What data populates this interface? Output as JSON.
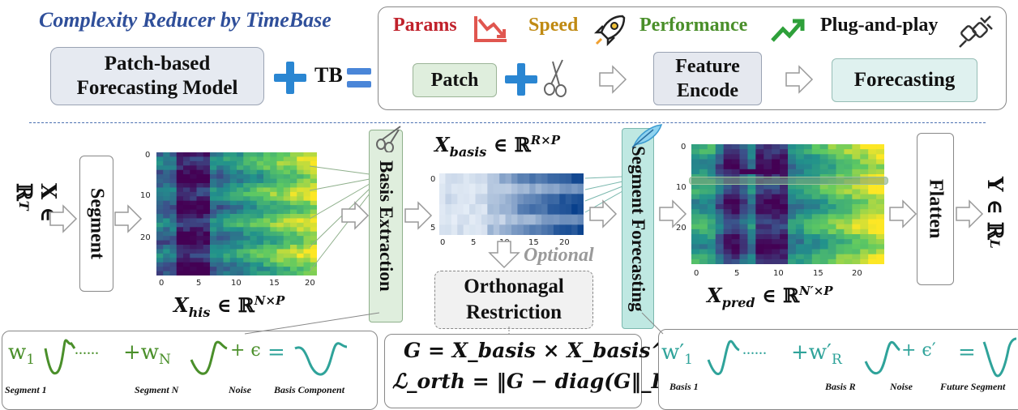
{
  "title": "Complexity Reducer by TimeBase",
  "model_box": [
    "Patch-based",
    "Forecasting Model"
  ],
  "tb_label": "TB",
  "features": [
    {
      "label": "Params",
      "color": "#c0212b",
      "icon": "chart-down-icon"
    },
    {
      "label": "Speed",
      "color": "#c08a12",
      "icon": "rocket-icon"
    },
    {
      "label": "Performance",
      "color": "#4a8f2a",
      "icon": "trend-up-icon"
    },
    {
      "label": "Plug-and-play",
      "color": "#111111",
      "icon": "plug-icon"
    }
  ],
  "pipeline_top": {
    "patch": "Patch",
    "feature_encode": [
      "Feature",
      "Encode"
    ],
    "forecasting": "Forecasting"
  },
  "input_label": "X ∈ ℝ",
  "input_sup": "T",
  "segment": "Segment",
  "basis_extraction": "Basis Extraction",
  "segment_forecasting": "Segment Forecasting",
  "flatten": "Flatten",
  "output_label": "Y ∈ ℝ",
  "output_sup": "L",
  "x_his": {
    "main": "X",
    "sub": "his",
    "rest": " ∈ ℝ",
    "sup": "N×P"
  },
  "x_basis": {
    "main": "X",
    "sub": "basis",
    "rest": " ∈ ℝ",
    "sup": "R×P"
  },
  "x_pred": {
    "main": "X",
    "sub": "pred",
    "rest": " ∈ ℝ",
    "sup": "N′×P"
  },
  "his_yticks": [
    "0",
    "10",
    "20"
  ],
  "his_xticks": [
    "0",
    "5",
    "10",
    "15",
    "20"
  ],
  "basis_yticks": [
    "0",
    "5"
  ],
  "basis_xticks": [
    "0",
    "5",
    "10",
    "15",
    "20"
  ],
  "pred_yticks": [
    "0",
    "10",
    "20"
  ],
  "pred_xticks": [
    "0",
    "5",
    "10",
    "15",
    "20"
  ],
  "optional": "Optional",
  "orth_box": [
    "Orthonagal",
    "Restriction"
  ],
  "eq1": "G = X_basis × X_basis^T",
  "eq2": "ℒ_orth = ‖G − diag(G‖_F",
  "left_panel": {
    "w1": "w",
    "w1sub": "1",
    "dots": "......",
    "plus_wn": "+w",
    "wnsub": "N",
    "noise": "+ ϵ",
    "eq": "=",
    "captions": [
      "Segment 1",
      "Segment N",
      "Noise",
      "Basis Component"
    ]
  },
  "right_panel": {
    "w1": "w′",
    "w1sub": "1",
    "dots": "......",
    "plus_wr": "+w′",
    "wrsub": "R",
    "noise": "+ ϵ′",
    "eq": "=",
    "captions": [
      "Basis 1",
      "Basis R",
      "Noise",
      "Future Segment"
    ]
  }
}
